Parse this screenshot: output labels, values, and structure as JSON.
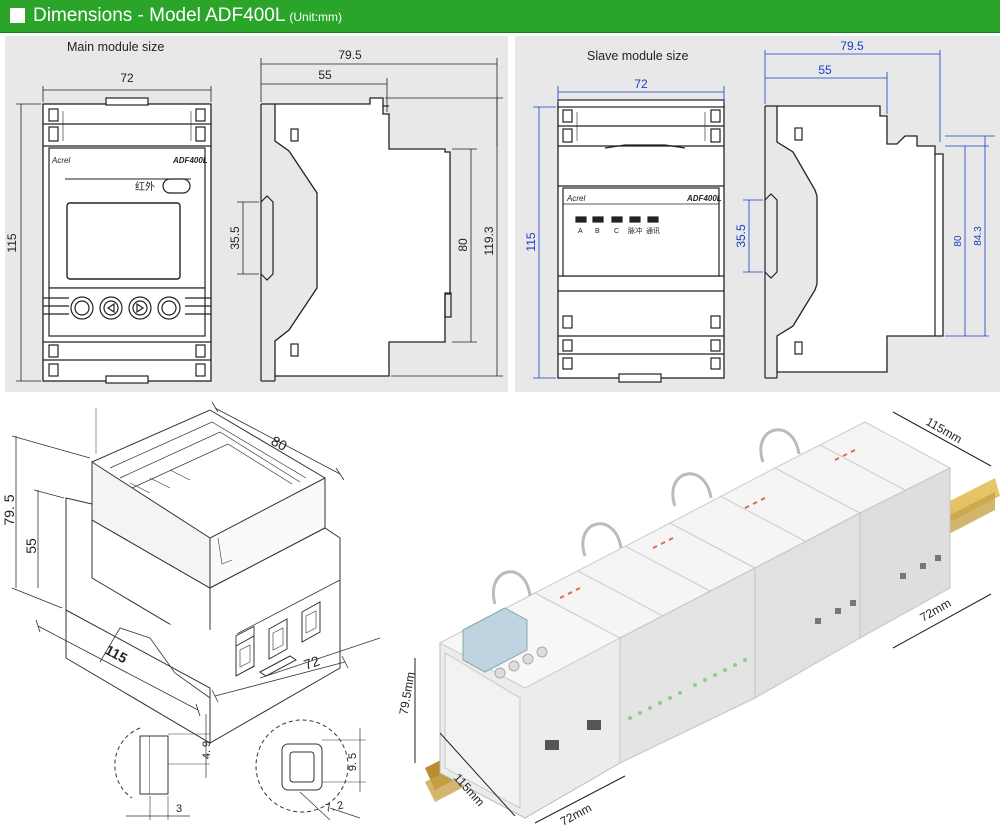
{
  "header": {
    "title": "Dimensions - Model ADF400L",
    "unit": "(Unit:mm)"
  },
  "main_panel": {
    "caption": "Main module size",
    "dims": {
      "width": "72",
      "height": "115",
      "din": "35.5",
      "depth_total": "79.5",
      "depth_front": "55",
      "h80": "80",
      "h_total": "119.3"
    },
    "face": {
      "brand": "Acrel",
      "model": "ADF400L",
      "ir_label": "红外"
    }
  },
  "slave_panel": {
    "caption": "Slave module size",
    "dims": {
      "width": "72",
      "height": "115",
      "din": "35.5",
      "depth_total": "79.5",
      "depth_front": "55",
      "h80": "80",
      "h_total": "84.3"
    },
    "face": {
      "brand": "Acrel",
      "model": "ADF400L",
      "leds": [
        "A",
        "B",
        "C",
        "脉冲",
        "通讯"
      ]
    }
  },
  "iso_panel": {
    "dims": {
      "height_total": "79. 5",
      "height_front": "55",
      "depth": "80",
      "length": "115",
      "width": "72"
    },
    "details": {
      "slot_h": "4. 9",
      "slot_w": "3",
      "hole_h": "9. 5",
      "hole_w": "7. 2"
    }
  },
  "photo_panel": {
    "dims": {
      "top_right": "115mm",
      "right": "72mm",
      "left": "79.5mm",
      "bottom_left": "115mm",
      "bottom": "72mm"
    }
  },
  "colors": {
    "header_bg": "#2aa52a",
    "panel_bg": "#e8e8e8",
    "blue_dim": "#1a3cc8",
    "line": "#222222"
  }
}
